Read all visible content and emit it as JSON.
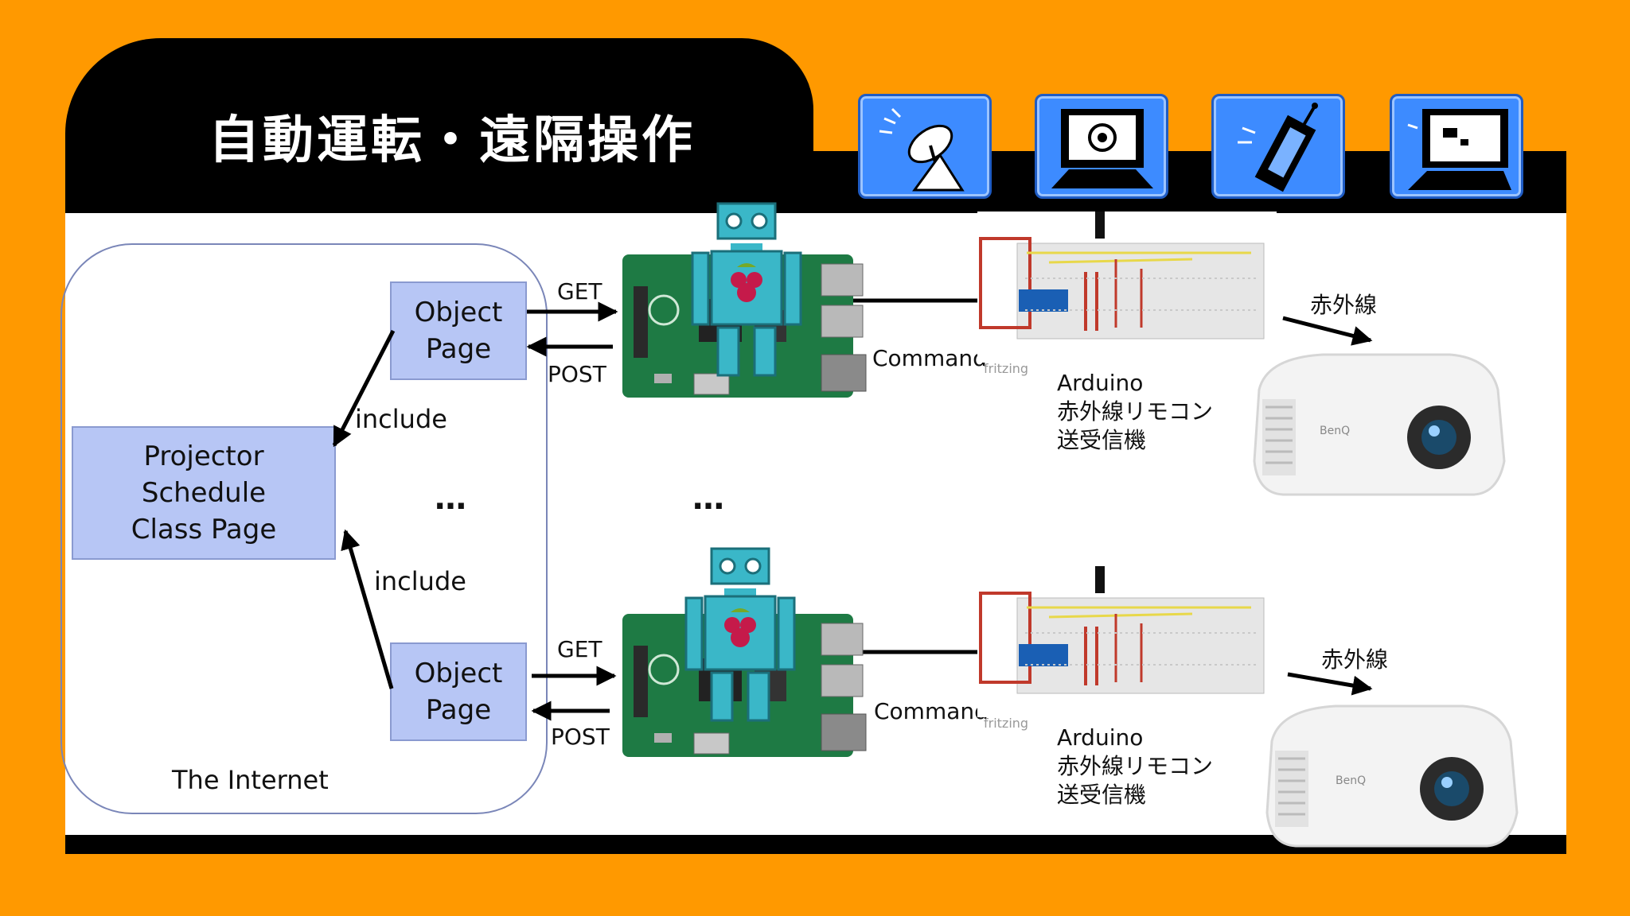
{
  "slide": {
    "title": "自動運転・遠隔操作",
    "colors": {
      "background": "#FF9900",
      "frame": "#000000",
      "box_fill": "#B7C6F5",
      "tile": "#3D8BFF",
      "robot": "#3AB7C8",
      "board": "#1E7A44"
    }
  },
  "icons": [
    "satellite-dish-icon",
    "computer-at-icon",
    "mobile-phone-icon",
    "desktop-computer-icon"
  ],
  "diagram": {
    "internet_label": "The Internet",
    "class_page": "Projector\nSchedule\nClass Page",
    "object_page_top": "Object\nPage",
    "object_page_bottom": "Object\nPage",
    "include_top": "include",
    "include_bottom": "include",
    "ellipsis_left": "…",
    "ellipsis_mid": "…",
    "get_top": "GET",
    "post_top": "POST",
    "get_bottom": "GET",
    "post_bottom": "POST",
    "command_top": "Command",
    "command_bottom": "Command",
    "fritzing_top": "fritzing",
    "fritzing_bottom": "fritzing",
    "arduino_top": "Arduino\n赤外線リモコン\n送受信機",
    "arduino_bottom": "Arduino\n赤外線リモコン\n送受信機",
    "ir_top": "赤外線",
    "ir_bottom": "赤外線",
    "projector_brand_top": "BenQ",
    "projector_brand_bottom": "BenQ"
  }
}
